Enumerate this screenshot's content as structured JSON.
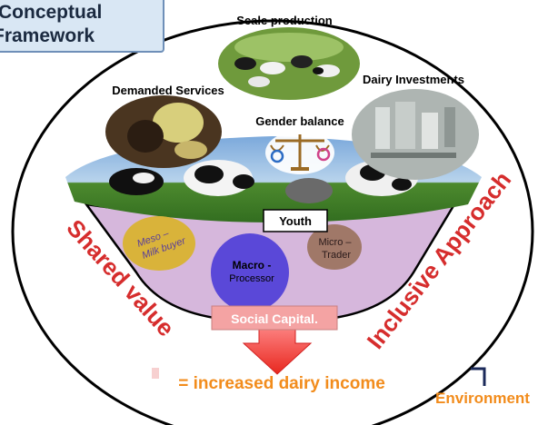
{
  "framework": {
    "title_line1": "Conceptual",
    "title_line2": "Framework"
  },
  "top_section": {
    "scale_production": "Scale production",
    "demanded_services": "Demanded Services",
    "dairy_investments": "Dairy Investments",
    "gender_balance": "Gender balance"
  },
  "funnel": {
    "youth": "Youth",
    "meso_label": "Meso –\nMilk buyer",
    "macro_title": "Macro -",
    "macro_sub": "Processor",
    "micro_label": "Micro –\nTrader"
  },
  "side_labels": {
    "left": "Shared value",
    "right": "Inclusive Approach"
  },
  "bottom": {
    "social_capital": "Social Capital.",
    "result": "= increased dairy income",
    "environment": "Environment"
  },
  "colors": {
    "funnel_fill": "#d6b7dc",
    "meso_circle": "#d9b33a",
    "macro_circle": "#5a48d8",
    "micro_circle": "#a07868",
    "side_text": "#d62d2d",
    "arrow_fill": "#ff4d4d",
    "social_box": "#f4a3a3",
    "result_text": "#f28c1c",
    "title_bg": "#d9e7f4"
  }
}
